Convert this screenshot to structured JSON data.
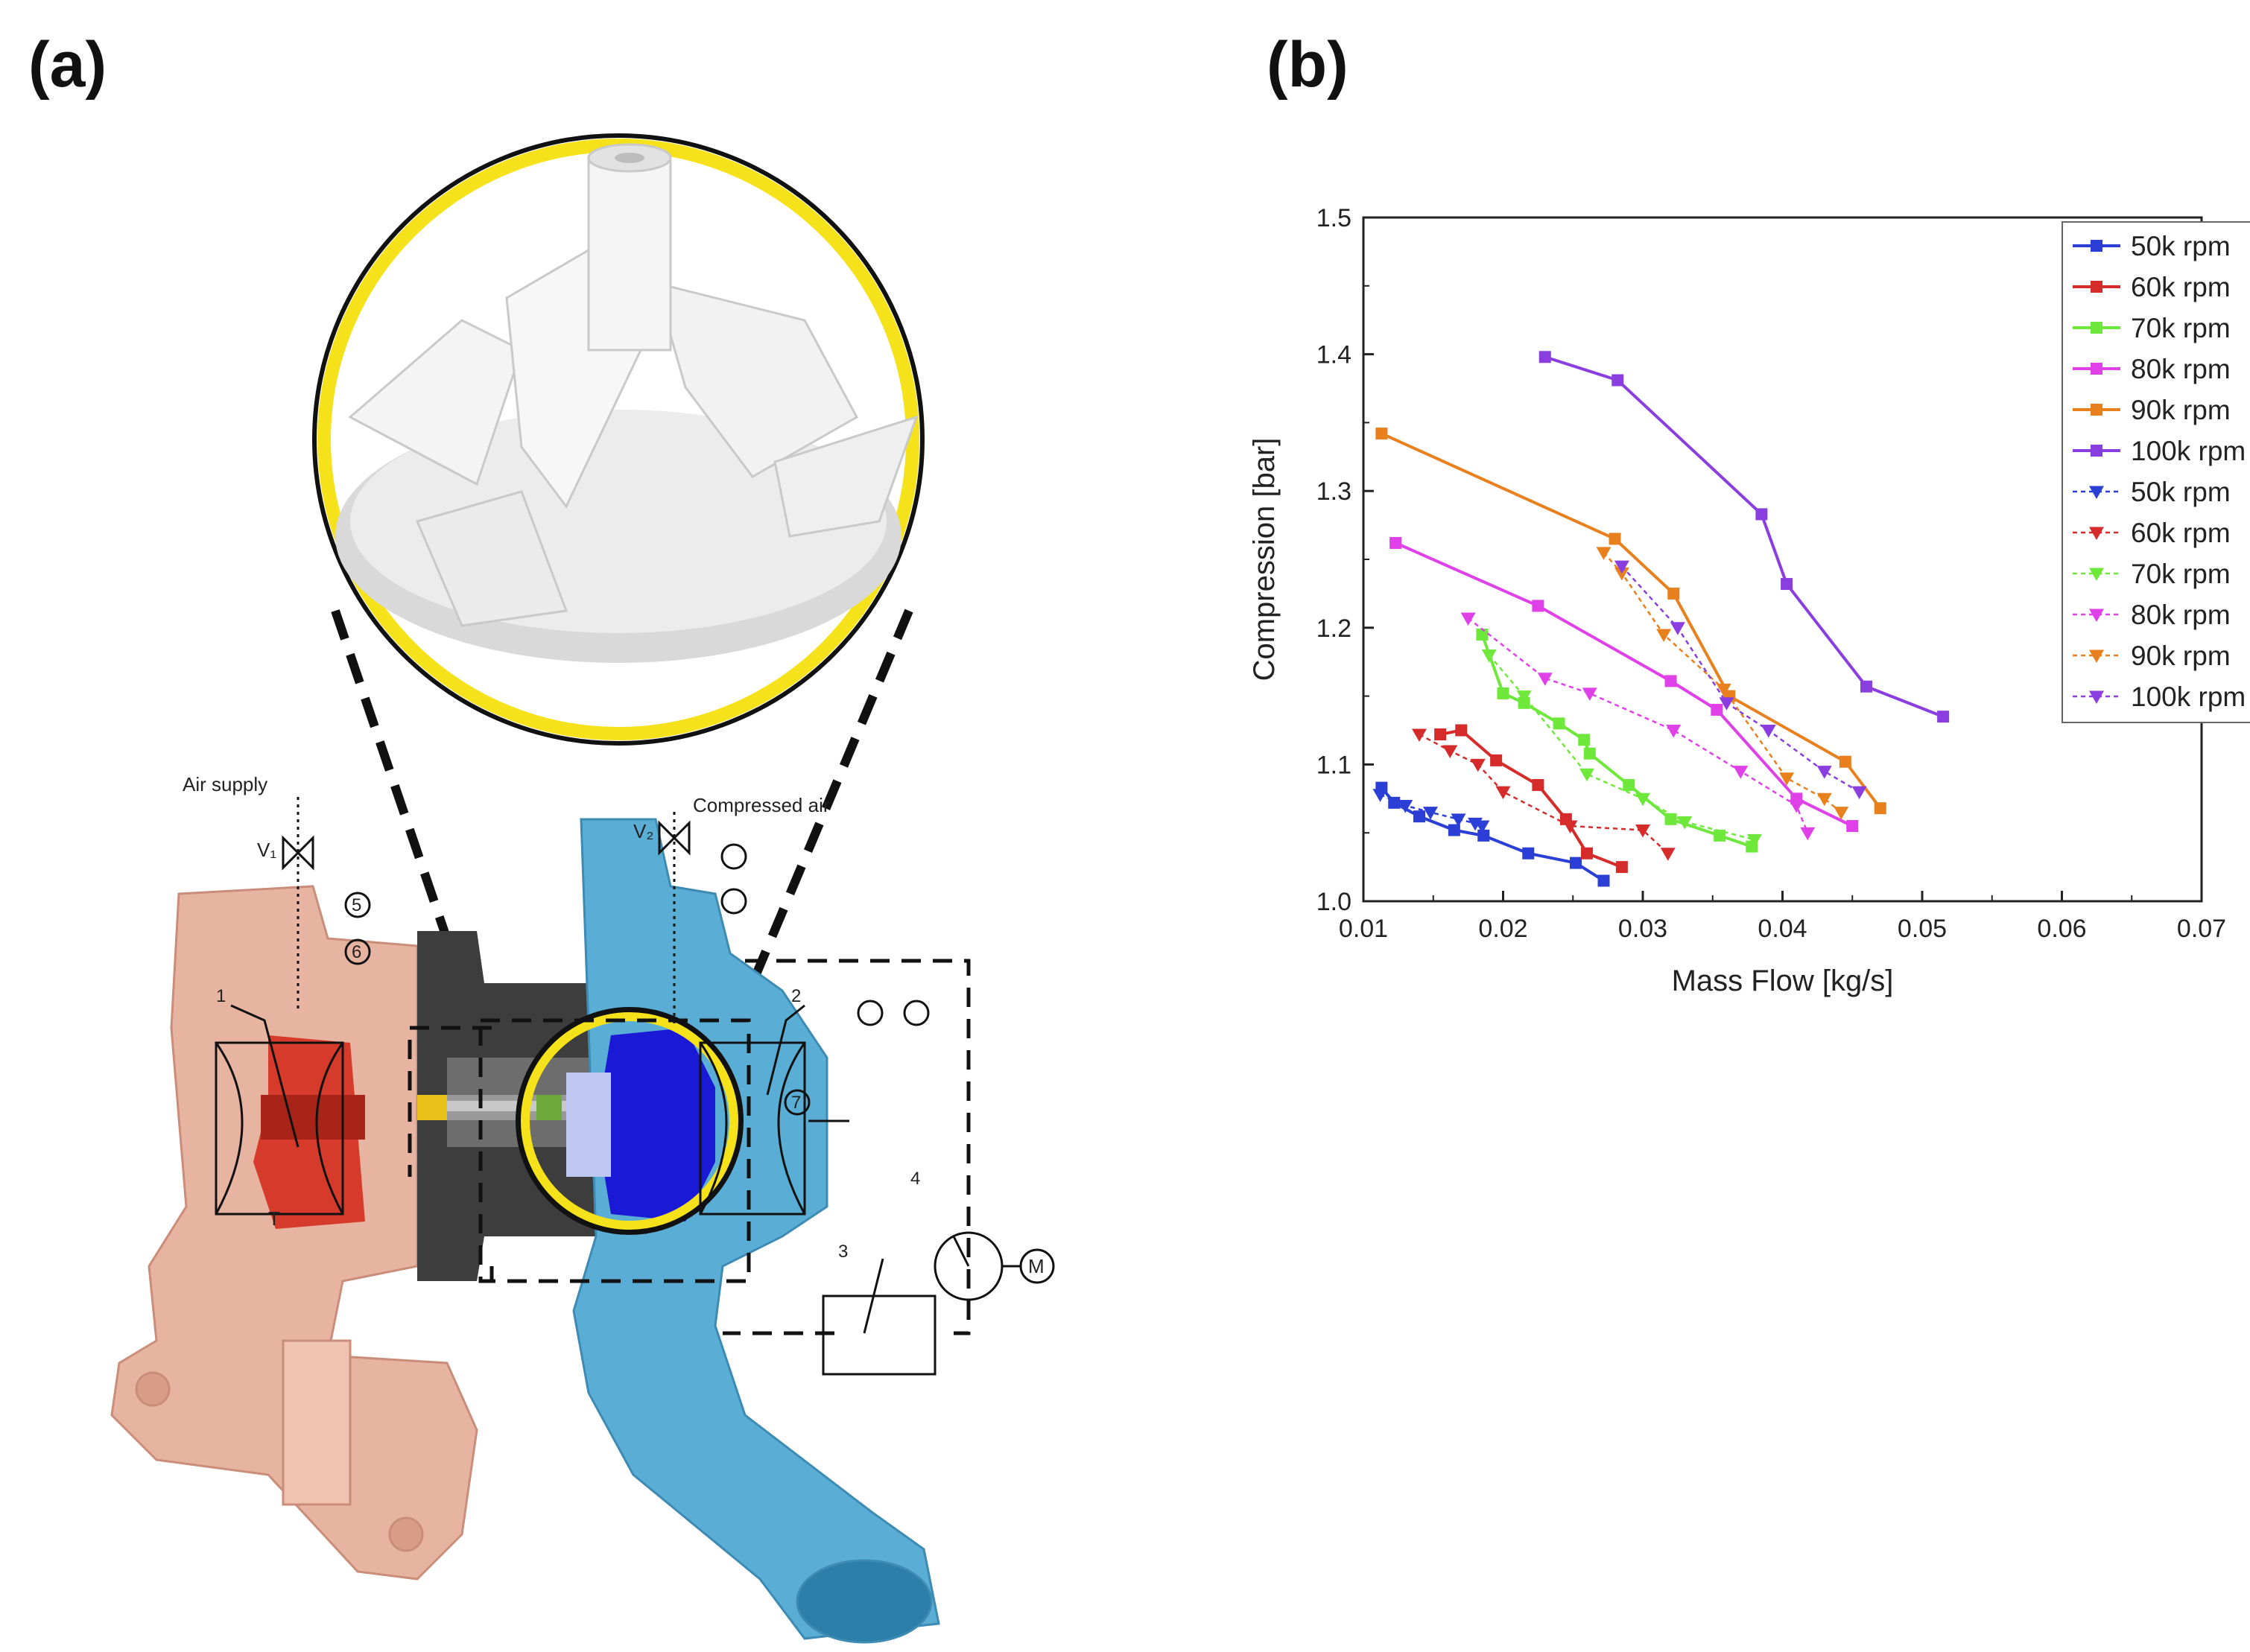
{
  "panels": {
    "a": "(a)",
    "b": "(b)"
  },
  "schematic": {
    "air_supply": "Air supply",
    "compressed_air": "Compressed air",
    "valve_left": "V₁",
    "valve_right": "V₂",
    "motor": "M",
    "temp": "T",
    "numbers": [
      "1",
      "2",
      "3",
      "4",
      "5",
      "6",
      "7"
    ]
  },
  "colors": {
    "50k": "#2b3fd6",
    "60k": "#d62b2b",
    "70k": "#6ee83a",
    "80k": "#e040e8",
    "90k": "#e8801e",
    "100k": "#8a3ee0",
    "ring": "#f5e21a",
    "turbine_housing": "#e8b4a2",
    "compressor_housing": "#5aaed6",
    "impeller_blue": "#1a1ad6",
    "turbine_red": "#d63a2b"
  },
  "chart_data": {
    "type": "line",
    "xlabel": "Mass Flow [kg/s]",
    "ylabel": "Compression [bar]",
    "xlim": [
      0.01,
      0.07
    ],
    "ylim": [
      1.0,
      1.5
    ],
    "xticks": [
      "0.01",
      "0.02",
      "0.03",
      "0.04",
      "0.05",
      "0.06",
      "0.07"
    ],
    "yticks": [
      "1.0",
      "1.1",
      "1.2",
      "1.3",
      "1.4",
      "1.5"
    ],
    "grid": false,
    "legend": "top-right",
    "series": [
      {
        "name": "50k rpm",
        "marker": "square",
        "dash": false,
        "color": "#2b3fd6",
        "x": [
          0.0113,
          0.0122,
          0.014,
          0.0165,
          0.0186,
          0.0218,
          0.0252,
          0.0272
        ],
        "y": [
          1.083,
          1.072,
          1.062,
          1.052,
          1.048,
          1.035,
          1.028,
          1.015
        ]
      },
      {
        "name": "60k rpm",
        "marker": "square",
        "dash": false,
        "color": "#d62b2b",
        "x": [
          0.0155,
          0.017,
          0.0195,
          0.0225,
          0.0245,
          0.026,
          0.0285
        ],
        "y": [
          1.122,
          1.125,
          1.103,
          1.085,
          1.06,
          1.035,
          1.025
        ]
      },
      {
        "name": "70k rpm",
        "marker": "square",
        "dash": false,
        "color": "#6ee83a",
        "x": [
          0.0185,
          0.02,
          0.0215,
          0.024,
          0.0258,
          0.0262,
          0.029,
          0.032,
          0.0355,
          0.0378
        ],
        "y": [
          1.195,
          1.152,
          1.145,
          1.13,
          1.118,
          1.108,
          1.085,
          1.06,
          1.048,
          1.04
        ]
      },
      {
        "name": "80k rpm",
        "marker": "square",
        "dash": false,
        "color": "#e040e8",
        "x": [
          0.0123,
          0.0225,
          0.032,
          0.0353,
          0.041,
          0.045
        ],
        "y": [
          1.262,
          1.216,
          1.161,
          1.14,
          1.075,
          1.055
        ]
      },
      {
        "name": "90k rpm",
        "marker": "square",
        "dash": false,
        "color": "#e8801e",
        "x": [
          0.0113,
          0.028,
          0.0322,
          0.0362,
          0.0445,
          0.047
        ],
        "y": [
          1.342,
          1.265,
          1.225,
          1.15,
          1.102,
          1.068
        ]
      },
      {
        "name": "100k rpm",
        "marker": "square",
        "dash": false,
        "color": "#8a3ee0",
        "x": [
          0.023,
          0.0282,
          0.0385,
          0.0403,
          0.046,
          0.0515
        ],
        "y": [
          1.398,
          1.381,
          1.283,
          1.232,
          1.157,
          1.135
        ]
      },
      {
        "name": "50k rpm",
        "marker": "triangle",
        "dash": true,
        "color": "#2b3fd6",
        "x": [
          0.0112,
          0.013,
          0.0148,
          0.0168,
          0.018,
          0.0185
        ],
        "y": [
          1.078,
          1.07,
          1.065,
          1.06,
          1.057,
          1.055
        ]
      },
      {
        "name": "60k rpm",
        "marker": "triangle",
        "dash": true,
        "color": "#d62b2b",
        "x": [
          0.014,
          0.0162,
          0.0182,
          0.02,
          0.0248,
          0.03,
          0.0318
        ],
        "y": [
          1.122,
          1.11,
          1.1,
          1.08,
          1.055,
          1.052,
          1.035
        ]
      },
      {
        "name": "70k rpm",
        "marker": "triangle",
        "dash": true,
        "color": "#6ee83a",
        "x": [
          0.019,
          0.0215,
          0.026,
          0.03,
          0.033,
          0.038
        ],
        "y": [
          1.18,
          1.15,
          1.093,
          1.075,
          1.058,
          1.045
        ]
      },
      {
        "name": "80k rpm",
        "marker": "triangle",
        "dash": true,
        "color": "#e040e8",
        "x": [
          0.0175,
          0.023,
          0.0262,
          0.0322,
          0.037,
          0.041,
          0.0418
        ],
        "y": [
          1.207,
          1.163,
          1.152,
          1.125,
          1.095,
          1.07,
          1.05
        ]
      },
      {
        "name": "90k rpm",
        "marker": "triangle",
        "dash": true,
        "color": "#e8801e",
        "x": [
          0.0272,
          0.0285,
          0.0315,
          0.0358,
          0.0403,
          0.043,
          0.0442
        ],
        "y": [
          1.255,
          1.24,
          1.195,
          1.155,
          1.09,
          1.075,
          1.065
        ]
      },
      {
        "name": "100k rpm",
        "marker": "triangle",
        "dash": true,
        "color": "#8a3ee0",
        "x": [
          0.0285,
          0.0325,
          0.036,
          0.039,
          0.043,
          0.0455
        ],
        "y": [
          1.245,
          1.2,
          1.145,
          1.125,
          1.095,
          1.08
        ]
      }
    ]
  }
}
